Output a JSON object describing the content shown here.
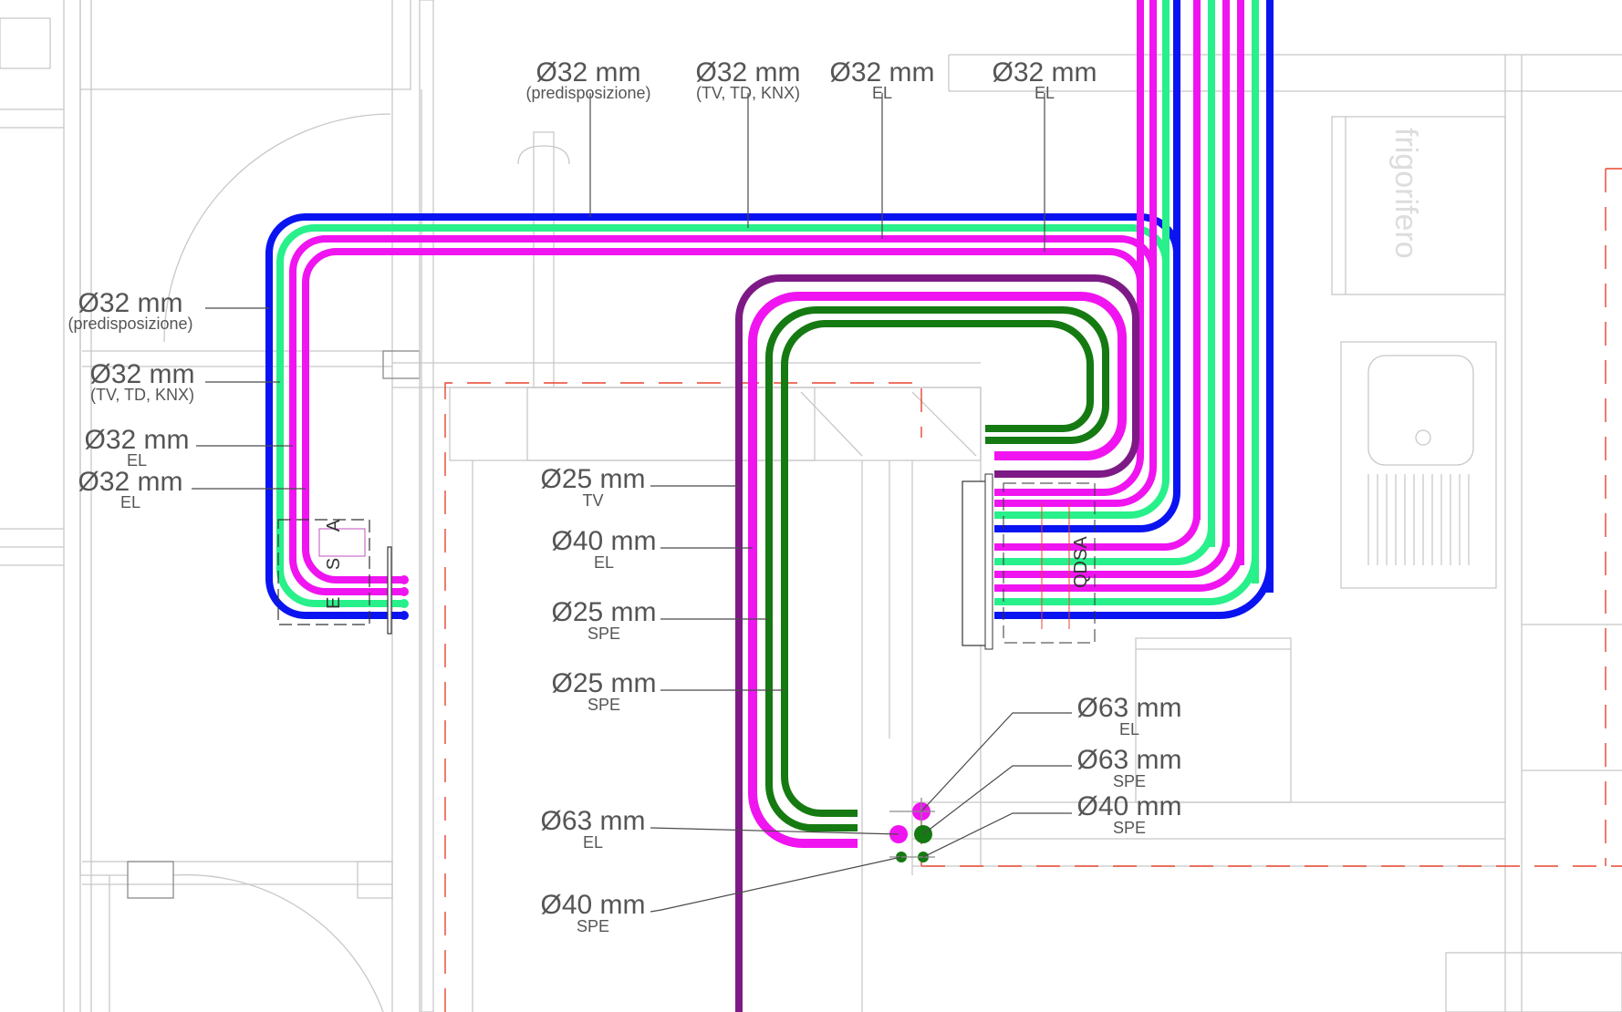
{
  "colors": {
    "blue": "#0a14f0",
    "green": "#28f08a",
    "magenta": "#f014f0",
    "darkgreen": "#157a12",
    "purple": "#7d1a86",
    "red_dash": "#e8452f",
    "text": "#555555"
  },
  "panels": {
    "left": "E S A",
    "right": "QDSA"
  },
  "fixtures": {
    "fridge": "frigorifero"
  },
  "labels": {
    "top": [
      {
        "main": "Ø32 mm",
        "sub": "(predisposizione)"
      },
      {
        "main": "Ø32 mm",
        "sub": "(TV, TD, KNX)"
      },
      {
        "main": "Ø32 mm",
        "sub": "EL"
      },
      {
        "main": "Ø32 mm",
        "sub": "EL"
      }
    ],
    "left": [
      {
        "main": "Ø32 mm",
        "sub": "(predisposizione)"
      },
      {
        "main": "Ø32 mm",
        "sub": "(TV, TD, KNX)"
      },
      {
        "main": "Ø32 mm",
        "sub": "EL"
      },
      {
        "main": "Ø32 mm",
        "sub": "EL"
      }
    ],
    "middle": [
      {
        "main": "Ø25 mm",
        "sub": "TV"
      },
      {
        "main": "Ø40 mm",
        "sub": "EL"
      },
      {
        "main": "Ø25 mm",
        "sub": "SPE"
      },
      {
        "main": "Ø25 mm",
        "sub": "SPE"
      },
      {
        "main": "Ø63 mm",
        "sub": "EL"
      },
      {
        "main": "Ø40 mm",
        "sub": "SPE"
      }
    ],
    "right": [
      {
        "main": "Ø63 mm",
        "sub": "EL"
      },
      {
        "main": "Ø63 mm",
        "sub": "SPE"
      },
      {
        "main": "Ø40 mm",
        "sub": "SPE"
      }
    ]
  }
}
